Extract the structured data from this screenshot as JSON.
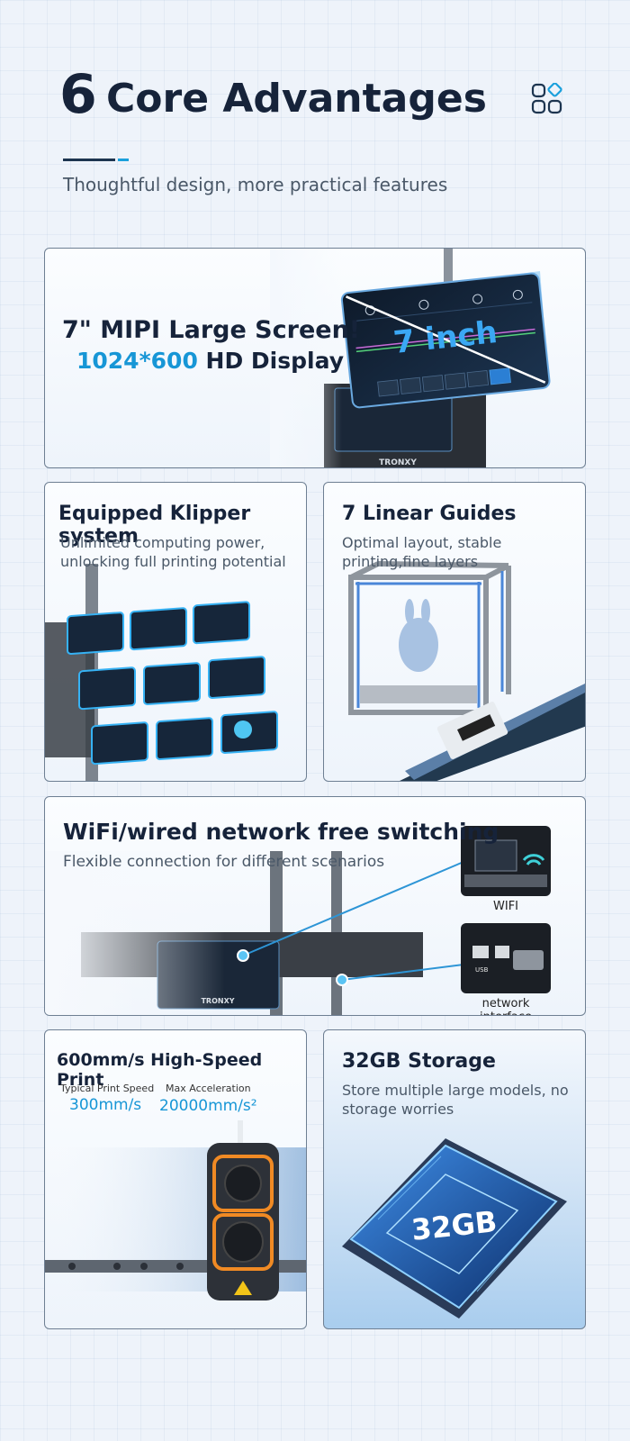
{
  "header": {
    "number": "6",
    "title": "Core Advantages",
    "subtitle": "Thoughtful design, more practical features",
    "icon": "grid-diamond-icon"
  },
  "cards": {
    "screen": {
      "title": "7\" MIPI Large Screen!",
      "resolution": "1024*600",
      "resolution_suffix": " HD Display",
      "screen_badge": "7 inch",
      "brand": "TRONXY"
    },
    "klipper": {
      "title": "Equipped Klipper system",
      "subtitle": "Unlimited computing power, unlocking full printing potential"
    },
    "guides": {
      "title": "7 Linear Guides",
      "subtitle": "Optimal layout, stable printing,fine layers"
    },
    "network": {
      "title": "WiFi/wired network free switching",
      "subtitle": "Flexible connection for different scenarios",
      "wifi_label": "WIFI",
      "port_label": "network interface",
      "usb_label": "USB",
      "brand": "TRONXY"
    },
    "speed": {
      "title": "600mm/s High-Speed Print",
      "typical_label": "Typical Print Speed",
      "typical_value": "300mm/s",
      "accel_label": "Max Acceleration",
      "accel_value": "20000mm/s²"
    },
    "storage": {
      "title": "32GB Storage",
      "subtitle": "Store multiple large models, no storage worries",
      "chip_label": "32GB"
    }
  },
  "colors": {
    "accent": "#1796d6",
    "title": "#16233a",
    "border": "#6e7f93"
  }
}
